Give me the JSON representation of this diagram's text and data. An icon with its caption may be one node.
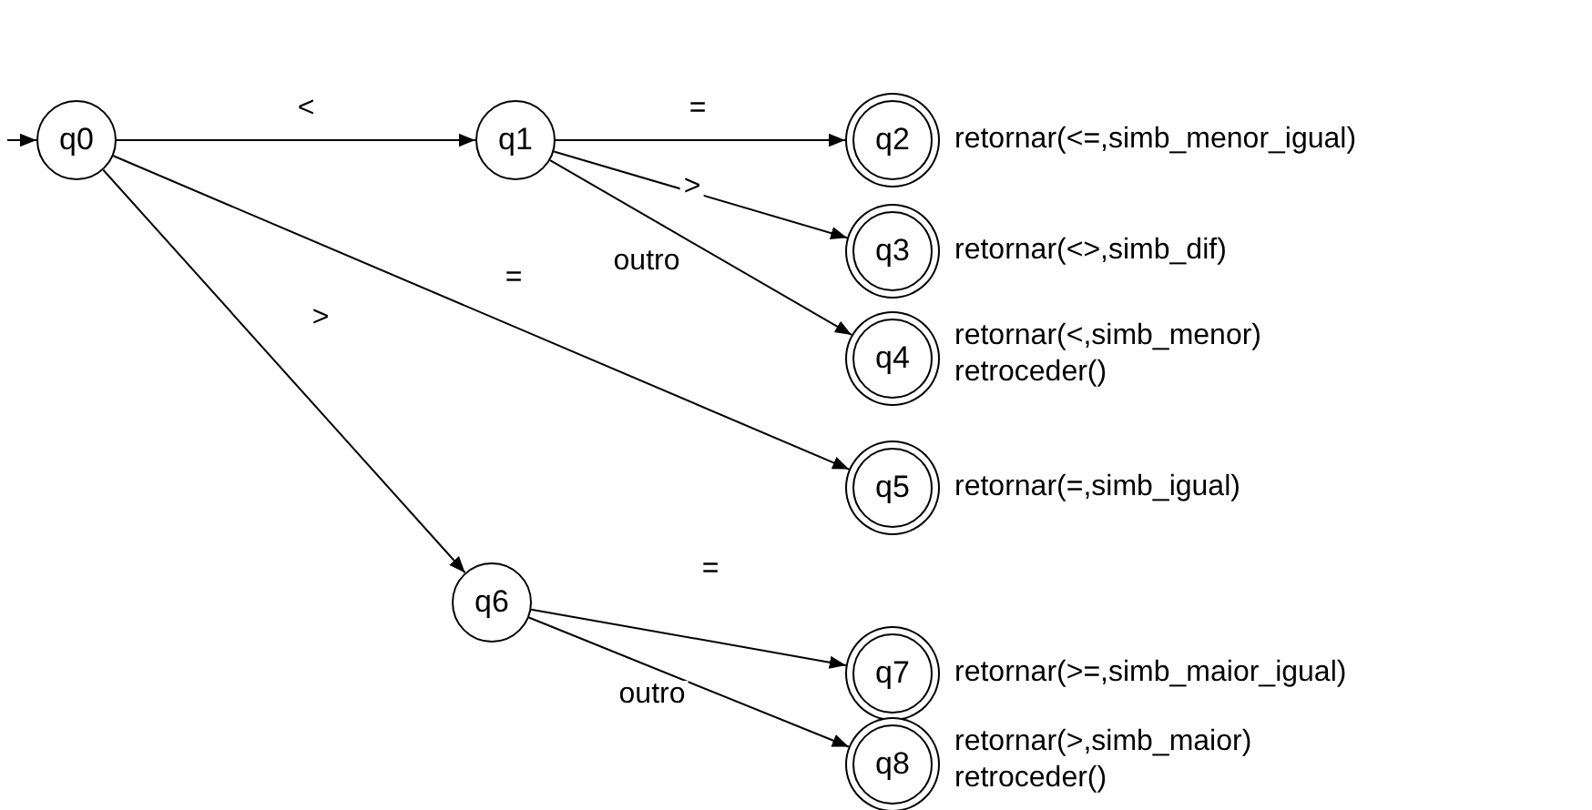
{
  "diagram": {
    "nodes": [
      {
        "text": [
          "q0"
        ]
      },
      {
        "text": [
          "q1"
        ]
      },
      {
        "text": [
          "q2"
        ],
        "beside": [
          "retornar(<=,simb_menor_igual)"
        ]
      },
      {
        "text": [
          "q3"
        ],
        "beside": [
          "retornar(<>,simb_dif)"
        ]
      },
      {
        "text": [
          "q4"
        ],
        "beside": [
          "retornar(<,simb_menor)",
          "retroceder()"
        ]
      },
      {
        "text": [
          "q5"
        ],
        "beside": [
          "retornar(=,simb_igual)"
        ]
      },
      {
        "text": [
          "q6"
        ]
      },
      {
        "text": [
          "q7"
        ],
        "beside": [
          "retornar(>=,simb_maior_igual)"
        ]
      },
      {
        "text": [
          "q8"
        ],
        "beside": [
          "retornar(>,simb_maior)",
          "retroceder()"
        ]
      }
    ],
    "edges": [
      {
        "from": null,
        "to": 0,
        "arrow": "to"
      },
      {
        "from": 0,
        "to": 1,
        "arrow": "to",
        "label": "<"
      },
      {
        "from": 1,
        "to": 2,
        "arrow": "to",
        "label": "="
      },
      {
        "from": 1,
        "to": 3,
        "arrow": "to",
        "label": ">"
      },
      {
        "from": 1,
        "to": 4,
        "arrow": "to",
        "label": "outro"
      },
      {
        "from": 0,
        "to": 5,
        "arrow": "to",
        "label": "="
      },
      {
        "from": 0,
        "to": 6,
        "arrow": "to",
        "label": ">"
      },
      {
        "from": 6,
        "to": 7,
        "arrow": "to",
        "label": "="
      },
      {
        "from": 6,
        "to": 8,
        "arrow": "to",
        "label": "outro"
      }
    ]
  }
}
